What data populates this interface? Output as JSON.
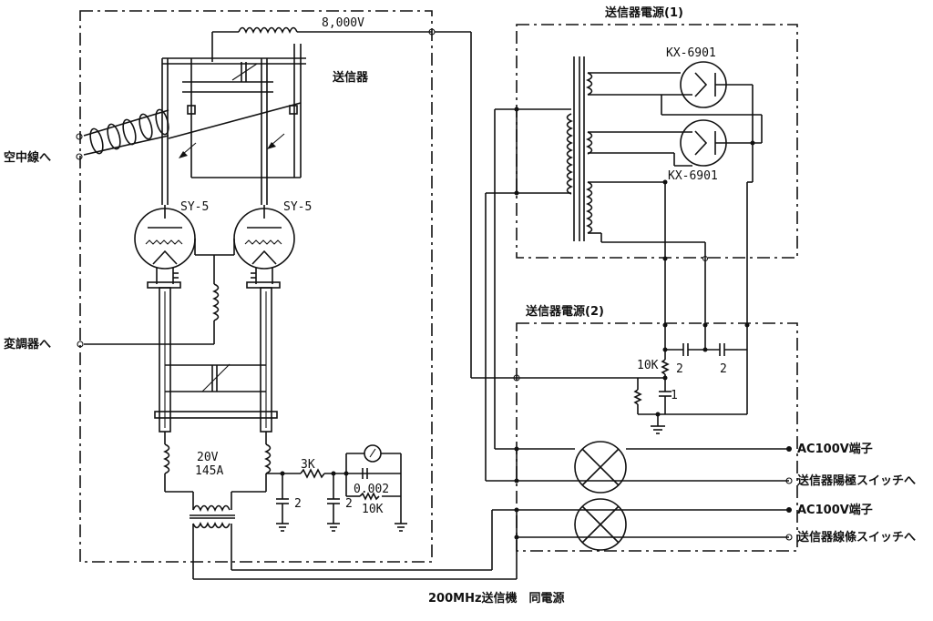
{
  "caption": "200MHz送信機　同電源",
  "blocks": {
    "transmitter": "送信器",
    "psu1": "送信器電源(1)",
    "psu2": "送信器電源(2)"
  },
  "tubes": {
    "osc_left": "SY-5",
    "osc_right": "SY-5",
    "rect_top": "KX-6901",
    "rect_bottom": "KX-6901"
  },
  "values": {
    "plate_voltage": "8,000V",
    "filament_v": "20V",
    "filament_a": "145A",
    "grid_resistor": "3K",
    "cap_left": "2",
    "cap_mid": "2",
    "cap_coupling": "0.002",
    "meter_resistor": "10K",
    "psu2_resistor": "10K",
    "psu2_cap_a": "2",
    "psu2_cap_b": "2",
    "psu2_cap_c": "1"
  },
  "terminals": {
    "antenna": "空中線へ",
    "modulator": "変調器へ",
    "ac1": "AC100V端子",
    "anode_switch": "送信器陽極スイッチへ",
    "ac2": "AC100V端子",
    "filament_switch": "送信器線條スイッチへ"
  }
}
